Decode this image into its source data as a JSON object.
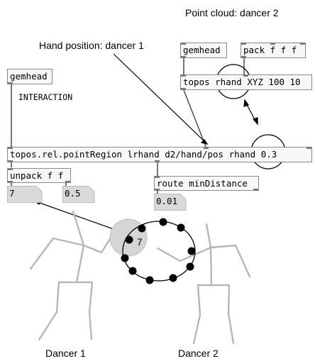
{
  "annotations": {
    "point_cloud_title": "Point cloud: dancer 2",
    "hand_position_title": "Hand position: dancer 1",
    "dancer1_label": "Dancer  1",
    "dancer2_label": "Dancer 2"
  },
  "patch": {
    "gemhead_left": "gemhead",
    "interaction_comment": "INTERACTION",
    "gemhead_right": "gemhead",
    "pack": "pack f f f",
    "topos_right": {
      "prefix": "topos ",
      "arg_highlight": "rhand",
      "suffix": " XYZ 100 10"
    },
    "point_region": {
      "prefix": "topos.rel.pointRegion lrhand d2/hand/pos ",
      "arg_highlight": "rhand",
      "suffix": " 0.3"
    },
    "unpack": "unpack f f",
    "route": "route minDistance",
    "number_left": "7",
    "number_middle": "0.5",
    "number_route": "0.01"
  },
  "point_cloud_count_label": "7"
}
